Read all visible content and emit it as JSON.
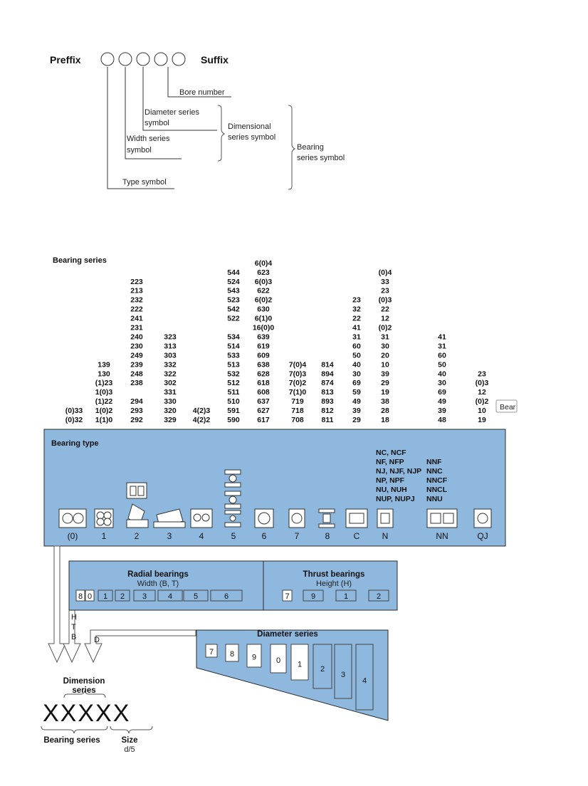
{
  "header": {
    "prefix": "Preffix",
    "suffix": "Suffix",
    "bore_number": "Bore number",
    "diameter_series_l1": "Diameter series",
    "diameter_series_l2": "symbol",
    "width_series_l1": "Width series",
    "width_series_l2": "symbol",
    "type_symbol": "Type symbol",
    "dimensional_l1": "Dimensional",
    "dimensional_l2": "series symbol",
    "bearing_series_l1": "Bearing",
    "bearing_series_l2": "series symbol"
  },
  "series": {
    "title": "Bearing series",
    "columns": [
      [
        "(0)33",
        "(0)32"
      ],
      [
        "139",
        "130",
        "(1)23",
        "1(0)3",
        "(1)22",
        "1(0)2",
        "1(1)0"
      ],
      [
        "223",
        "213",
        "232",
        "222",
        "241",
        "231",
        "240",
        "230",
        "249",
        "239",
        "248",
        "238",
        "",
        "294",
        "293",
        "292"
      ],
      [
        "323",
        "313",
        "303",
        "332",
        "322",
        "302",
        "331",
        "330",
        "320",
        "329"
      ],
      [
        "4(2)3",
        "4(2)2"
      ],
      [
        "544",
        "524",
        "543",
        "523",
        "542",
        "522",
        "",
        "534",
        "514",
        "533",
        "513",
        "532",
        "512",
        "511",
        "510",
        "591",
        "590"
      ],
      [
        "6(0)4",
        "623",
        "6(0)3",
        "622",
        "6(0)2",
        "630",
        "6(1)0",
        "16(0)0",
        "639",
        "619",
        "609",
        "638",
        "628",
        "618",
        "608",
        "637",
        "627",
        "617"
      ],
      [
        "7(0)4",
        "7(0)3",
        "7(0)2",
        "7(1)0",
        "719",
        "718",
        "708"
      ],
      [
        "814",
        "894",
        "874",
        "813",
        "893",
        "812",
        "811"
      ],
      [
        "23",
        "32",
        "22",
        "41",
        "31",
        "60",
        "50",
        "40",
        "30",
        "69",
        "59",
        "49",
        "39",
        "29"
      ],
      [
        "(0)4",
        "33",
        "23",
        "(0)3",
        "22",
        "12",
        "(0)2",
        "31",
        "30",
        "20",
        "10",
        "39",
        "29",
        "19",
        "38",
        "28",
        "18"
      ],
      [
        "41",
        "31",
        "60",
        "50",
        "40",
        "30",
        "69",
        "49",
        "39",
        "48"
      ],
      [
        "23",
        "(0)3",
        "12",
        "(0)2",
        "10",
        "19"
      ]
    ],
    "cutoff_label": "Bear"
  },
  "types": {
    "title": "Bearing type",
    "n_codes": [
      "NC, NCF",
      "NF, NFP",
      "NJ, NJF, NJP",
      "NP, NPF",
      "NU, NUH",
      "NUP, NUPJ"
    ],
    "nn_codes": [
      "NNF",
      "NNC",
      "NNCF",
      "NNCL",
      "NNU"
    ],
    "labels": [
      "(0)",
      "1",
      "2",
      "3",
      "4",
      "5",
      "6",
      "7",
      "8",
      "C",
      "N",
      "NN",
      "QJ"
    ]
  },
  "radial": {
    "title": "Radial bearings",
    "subtitle": "Width (B, T)",
    "codes": [
      "8",
      "0",
      "1",
      "2",
      "3",
      "4",
      "5",
      "6"
    ]
  },
  "thrust": {
    "title": "Thrust bearings",
    "subtitle": "Height (H)",
    "codes": [
      "7",
      "9",
      "1",
      "2"
    ]
  },
  "htb": [
    "H",
    "T",
    "B"
  ],
  "d_letter": "D",
  "diameter": {
    "title": "Diameter series",
    "codes": [
      "7",
      "8",
      "9",
      "0",
      "1",
      "2",
      "3",
      "4"
    ]
  },
  "dimension": {
    "title_l1": "Dimension",
    "title_l2": "series",
    "code": "XXXXX",
    "bearing_series": "Bearing series",
    "size": "Size",
    "size_formula": "d/5"
  }
}
